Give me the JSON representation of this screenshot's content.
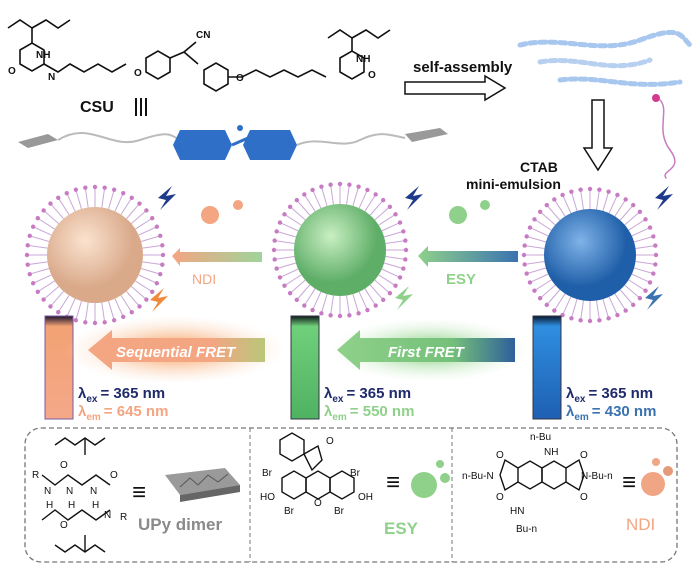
{
  "top": {
    "monomer_label": "CSU",
    "cn_label": "CN",
    "atoms": {
      "nh": "NH",
      "n": "N",
      "h": "H",
      "o": "O"
    },
    "self_assembly": "self-assembly",
    "ctab": "CTAB",
    "mini_emulsion": "mini-emulsion"
  },
  "middle": {
    "ndi_arrow": "NDI",
    "esy_arrow": "ESY"
  },
  "fret": {
    "sequential": "Sequential FRET",
    "first": "First FRET"
  },
  "vials": [
    {
      "ex_symbol": "λ",
      "ex_sub": "ex",
      "ex_value": "=  365 nm",
      "em_symbol": "λ",
      "em_sub": "em",
      "em_value": "= 645 nm",
      "em_color": "#f4a582"
    },
    {
      "ex_symbol": "λ",
      "ex_sub": "ex",
      "ex_value": "=  365 nm",
      "em_symbol": "λ",
      "em_sub": "em",
      "em_value": "= 550 nm",
      "em_color": "#8fd18a"
    },
    {
      "ex_symbol": "λ",
      "ex_sub": "ex",
      "ex_value": "=  365 nm",
      "em_symbol": "λ",
      "em_sub": "em",
      "em_value": "= 430 nm",
      "em_color": "#3a73b0"
    }
  ],
  "legend": {
    "upy": {
      "label": "UPy dimer",
      "r": "R",
      "o": "O",
      "n": "N",
      "h": "H"
    },
    "esy": {
      "label": "ESY",
      "br": "Br",
      "ho": "HO",
      "oh": "OH",
      "o": "O"
    },
    "ndi": {
      "label": "NDI",
      "nbu": "n-Bu",
      "bun": "Bu-n",
      "nh": "NH",
      "hn": "HN",
      "nbu_n": "n-Bu-N",
      "n_bun": "N-Bu-n",
      "o": "O"
    },
    "equiv": "≡"
  },
  "colors": {
    "dark_blue": "#1f2a6b",
    "orange": "#f4a582",
    "green": "#8fd18a",
    "blue": "#3a73b0",
    "gray": "#8a8a8a",
    "pink": "#c77bc2"
  }
}
